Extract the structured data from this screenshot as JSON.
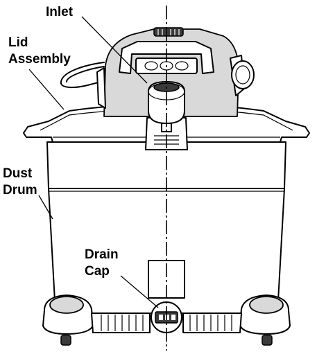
{
  "labels": {
    "inlet": "Inlet",
    "lid_line1": "Lid",
    "lid_line2": "Assembly",
    "dust_line1": "Dust",
    "dust_line2": "Drum",
    "drain_line1": "Drain",
    "drain_line2": "Cap"
  }
}
